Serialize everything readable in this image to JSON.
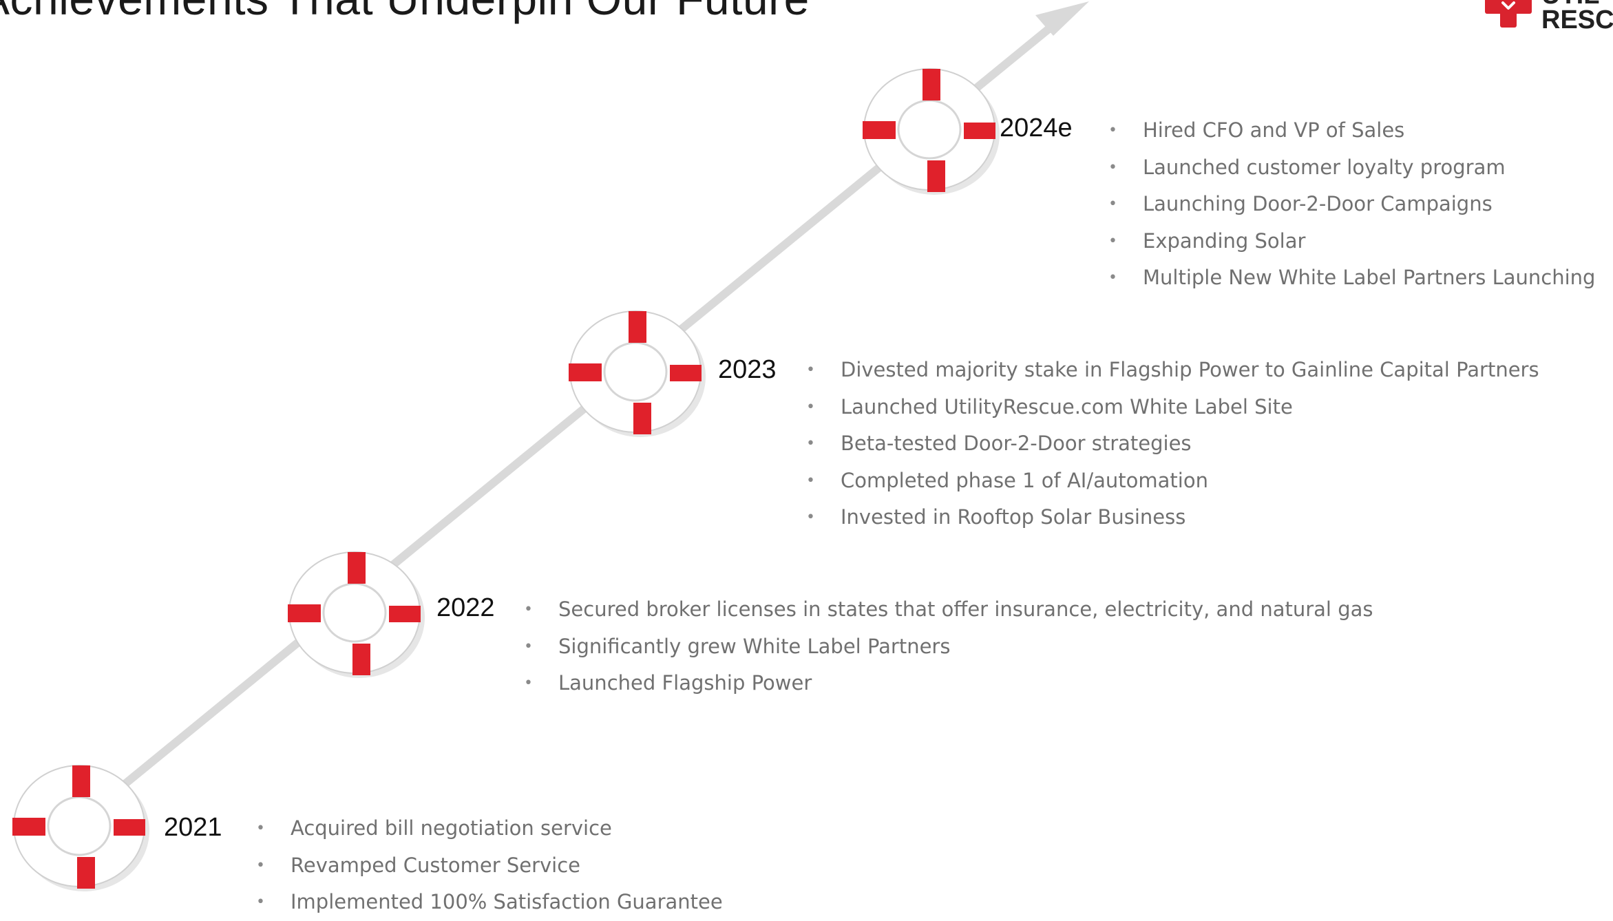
{
  "header": {
    "title": "Achievements That Underpin Our Future",
    "logo": {
      "word_top": "UTIL",
      "word_bottom": "RESC",
      "icon": "red-cross-logo-icon",
      "brand_color": "#d9232e"
    }
  },
  "timeline": {
    "line_color": "#d9d9d9",
    "ring_color": "#ffffff",
    "stripe_color": "#e0212b",
    "milestones": [
      {
        "year": "2021",
        "icon": "life-ring-icon",
        "items": [
          "Acquired bill negotiation service",
          "Revamped Customer Service",
          "Implemented 100% Satisfaction Guarantee"
        ]
      },
      {
        "year": "2022",
        "icon": "life-ring-icon",
        "items": [
          "Secured broker licenses in states that offer insurance, electricity, and natural gas",
          "Significantly grew White Label Partners",
          "Launched Flagship Power"
        ]
      },
      {
        "year": "2023",
        "icon": "life-ring-icon",
        "items": [
          "Divested majority stake in Flagship Power to Gainline Capital Partners",
          "Launched UtilityRescue.com White Label Site",
          "Beta-tested Door-2-Door strategies",
          "Completed phase 1 of AI/automation",
          "Invested in Rooftop Solar Business"
        ]
      },
      {
        "year": "2024e",
        "icon": "life-ring-icon",
        "items": [
          "Hired CFO and VP of Sales",
          "Launched customer loyalty program",
          "Launching Door-2-Door Campaigns",
          "Expanding Solar",
          "Multiple New White Label Partners Launching"
        ]
      }
    ]
  }
}
